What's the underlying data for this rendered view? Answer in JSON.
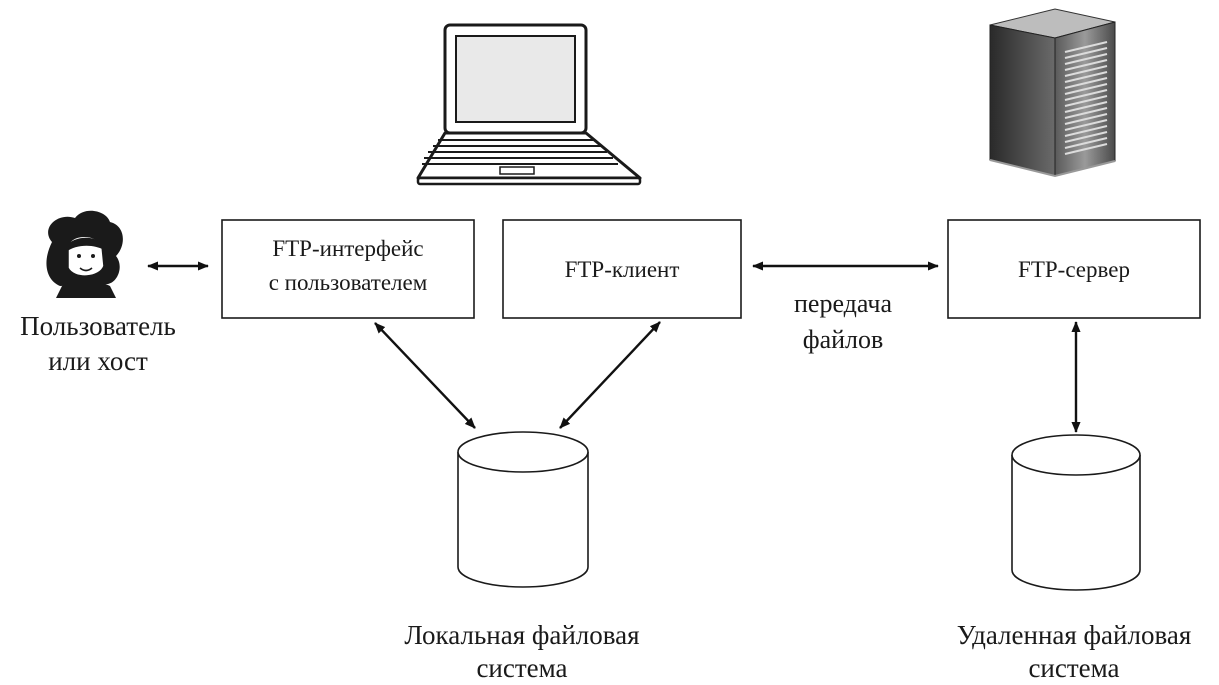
{
  "nodes": {
    "user": {
      "line1": "Пользователь",
      "line2": "или хост",
      "icon": "user-woman-icon"
    },
    "ui_box": {
      "line1": "FTP-интерфейс",
      "line2": "с пользователем"
    },
    "client_box": {
      "label": "FTP-клиент"
    },
    "server_box": {
      "label": "FTP-сервер"
    },
    "local_fs": {
      "line1": "Локальная файловая",
      "line2": "система",
      "icon": "database-cylinder-icon"
    },
    "remote_fs": {
      "line1": "Удаленная файловая",
      "line2": "система",
      "icon": "database-cylinder-icon"
    },
    "laptop": {
      "icon": "laptop-icon"
    },
    "server_machine": {
      "icon": "server-tower-icon"
    }
  },
  "edges": {
    "transfer": {
      "line1": "передача",
      "line2": "файлов"
    }
  }
}
